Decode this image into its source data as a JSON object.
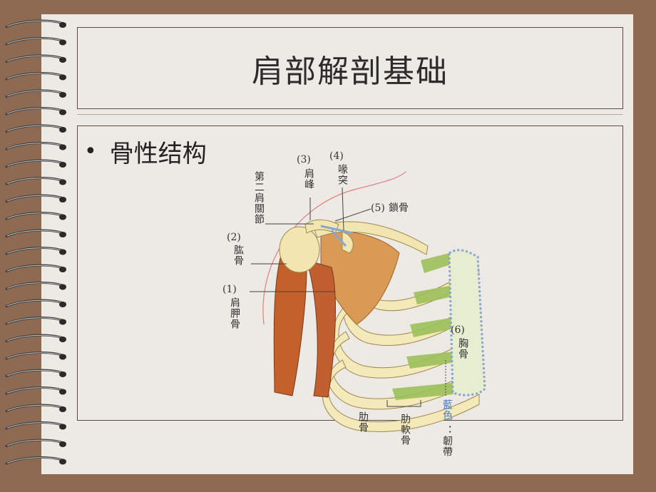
{
  "slide": {
    "title": "肩部解剖基础",
    "bullet": "骨性结构"
  },
  "figure": {
    "labels": {
      "n1": "(1)",
      "n1_text": "肩胛骨",
      "n2": "(2)",
      "n2_text": "肱骨",
      "n3": "(3)",
      "n3_text": "肩峰",
      "n4": "(4)",
      "n4_text": "喙突",
      "n5": "(5)",
      "n5_text": "鎖骨",
      "n6": "(6)",
      "n6_text": "胸骨",
      "second_joint": "第二肩關節",
      "rib": "肋骨",
      "rib_cartilage": "肋軟骨",
      "blue_note_a": "藍色",
      "blue_note_b": "：韌帶"
    }
  },
  "colors": {
    "background": "#8e6a52",
    "paper": "#ede9e4",
    "frame": "#5a4a40",
    "bone": "#f2e6b0",
    "muscle": "#c4602a",
    "cartilage": "#9cc05a",
    "ligament": "#9ab4d8",
    "blue_text": "#4a78c8"
  }
}
